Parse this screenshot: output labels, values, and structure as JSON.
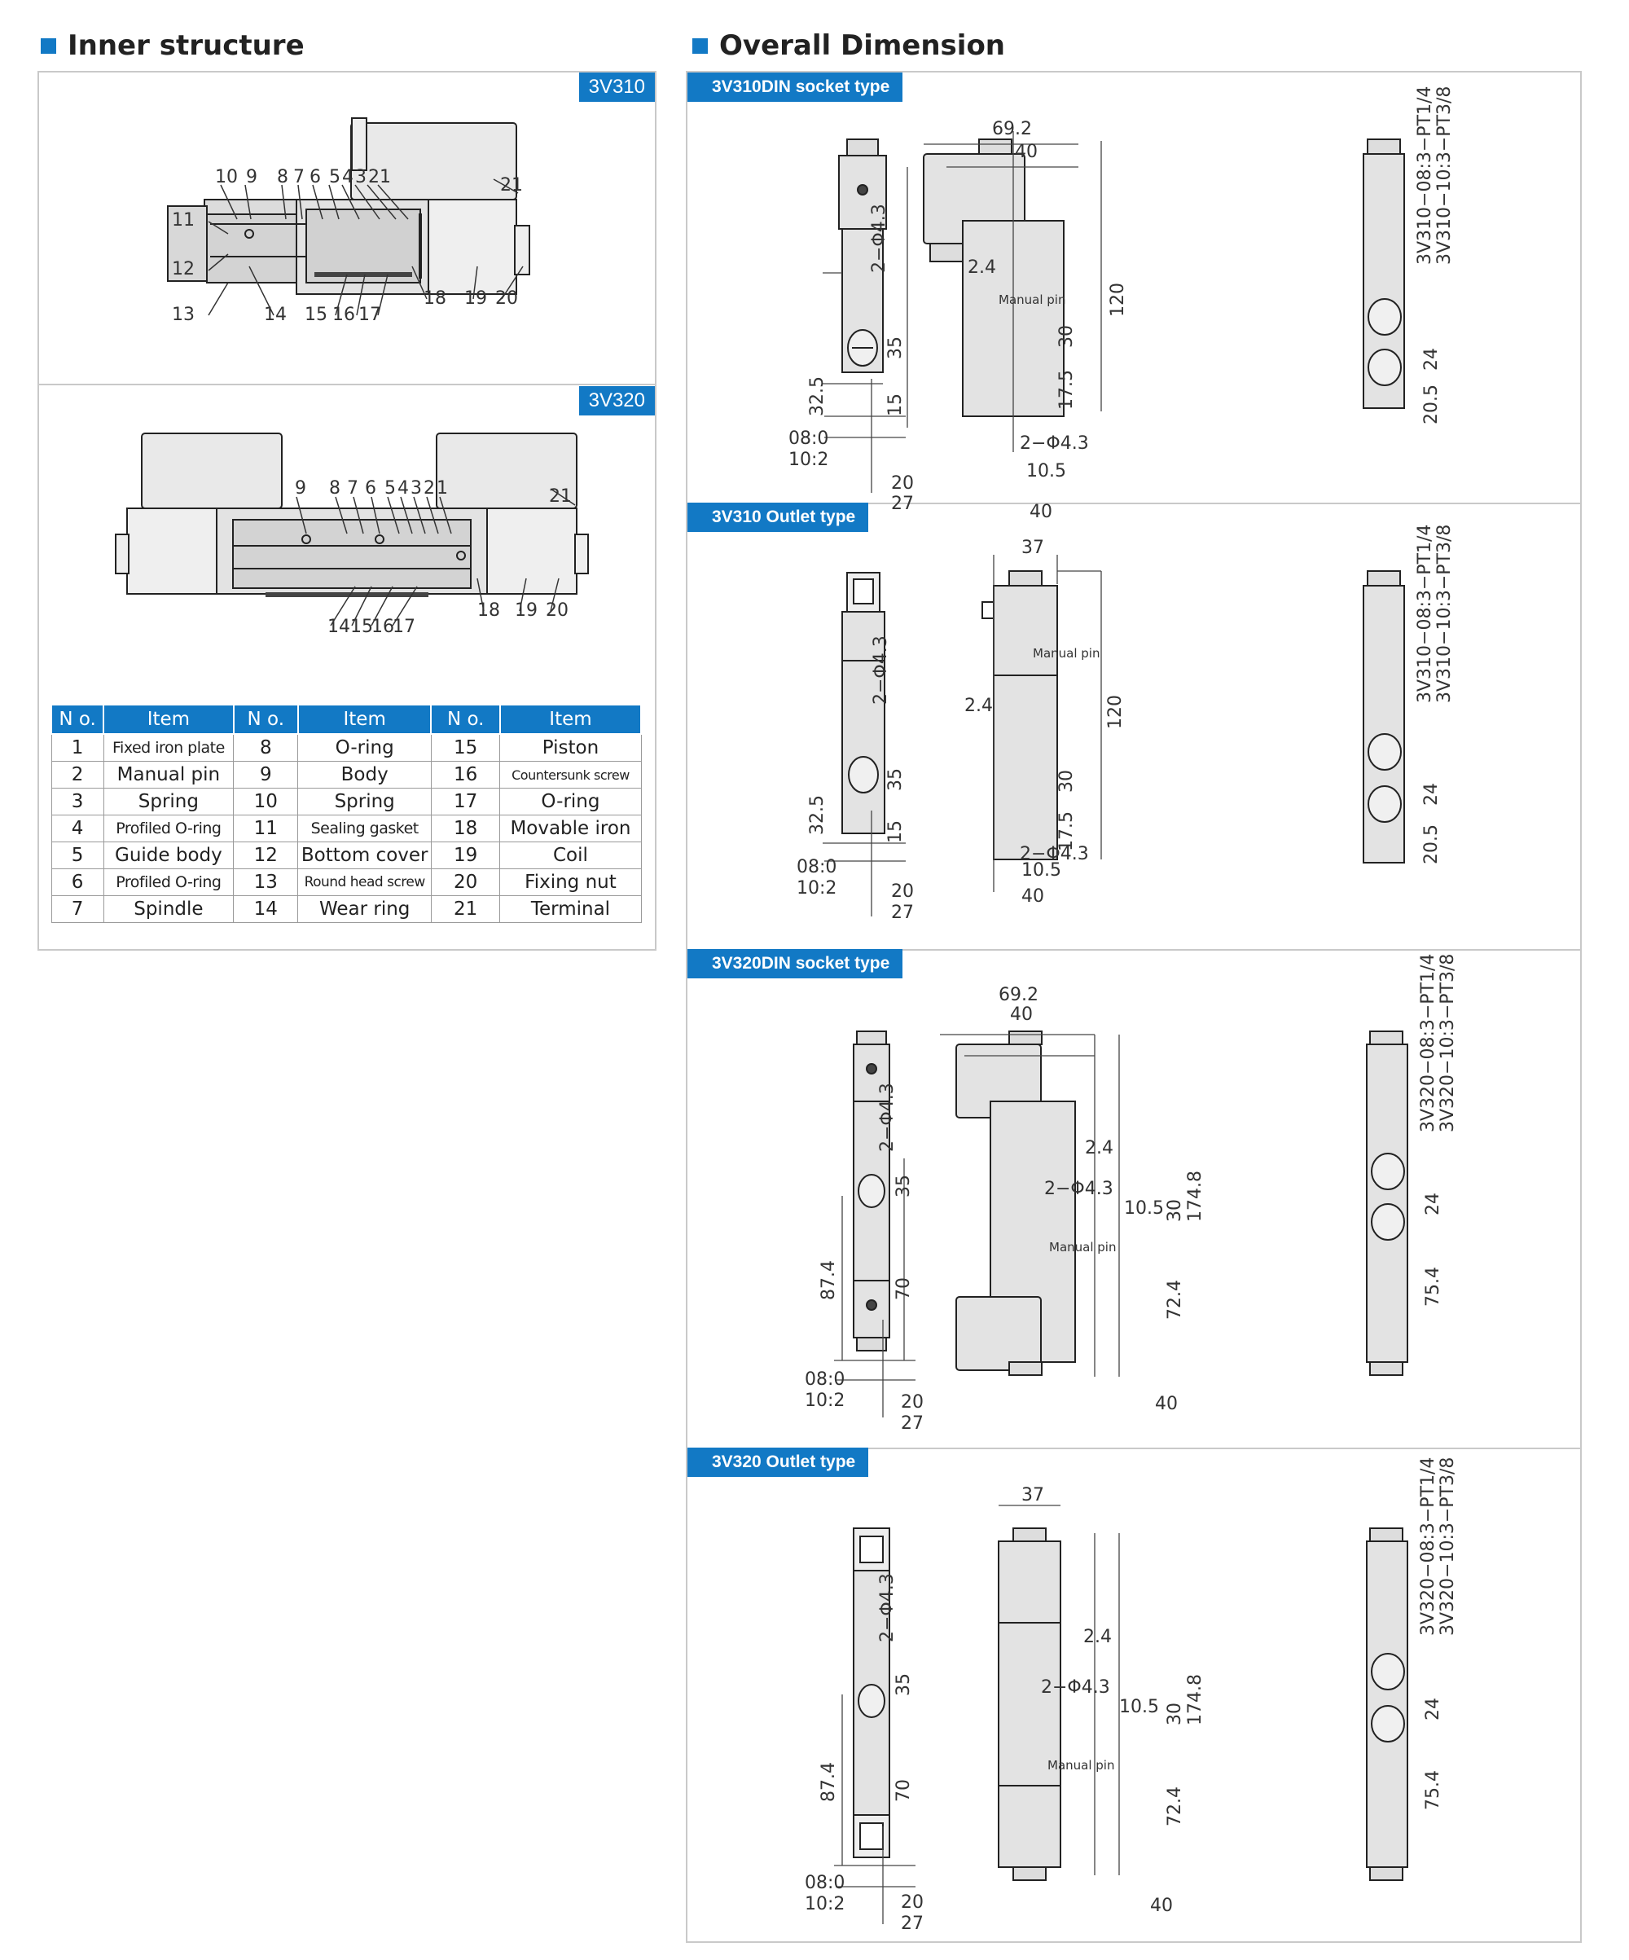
{
  "sections": {
    "inner_title": "Inner structure",
    "overall_title": "Overall Dimension"
  },
  "inner": {
    "model_a": "3V310",
    "model_b": "3V320",
    "callouts_a": [
      "10",
      "9",
      "8",
      "7",
      "6",
      "5",
      "4",
      "3",
      "2",
      "1",
      "11",
      "12",
      "13",
      "14",
      "15",
      "16",
      "17",
      "18",
      "19",
      "20",
      "21"
    ],
    "callouts_b": [
      "9",
      "8",
      "7",
      "6",
      "5",
      "4",
      "3",
      "2",
      "1",
      "21",
      "14",
      "15",
      "16",
      "17",
      "18",
      "19",
      "20"
    ]
  },
  "table": {
    "headers": [
      "N o.",
      "Item",
      "N o.",
      "Item",
      "N o.",
      "Item"
    ],
    "rows": [
      [
        "1",
        "Fixed iron plate",
        "8",
        "O-ring",
        "15",
        "Piston"
      ],
      [
        "2",
        "Manual pin",
        "9",
        "Body",
        "16",
        "Countersunk screw"
      ],
      [
        "3",
        "Spring",
        "10",
        "Spring",
        "17",
        "O-ring"
      ],
      [
        "4",
        "Profiled O-ring",
        "11",
        "Sealing gasket",
        "18",
        "Movable iron"
      ],
      [
        "5",
        "Guide body",
        "12",
        "Bottom cover",
        "19",
        "Coil"
      ],
      [
        "6",
        "Profiled O-ring",
        "13",
        "Round head screw",
        "20",
        "Fixing nut"
      ],
      [
        "7",
        "Spindle",
        "14",
        "Wear ring",
        "21",
        "Terminal"
      ]
    ]
  },
  "dims": {
    "p1": {
      "label": "3V310DIN socket type",
      "d692": "69.2",
      "d40": "40",
      "d40b": "40",
      "d24": "2.4",
      "manual": "Manual pin",
      "d120": "120",
      "d30": "30",
      "d175": "17.5",
      "holes": "2−Φ4.3",
      "holes_b": "2−Φ4.3",
      "d105": "10.5",
      "d35": "35",
      "d15": "15",
      "d325": "32.5",
      "p08": "08:0",
      "p10": "10:2",
      "d20": "20",
      "d27": "27",
      "pt_a": "3V310−08:3−PT1/4",
      "pt_b": "3V310−10:3−PT3/8",
      "d24b": "24",
      "d205": "20.5"
    },
    "p2": {
      "label": "3V310 Outlet type",
      "d37": "37",
      "manual": "Manual pin",
      "d24": "2.4",
      "d120": "120",
      "d30": "30",
      "d175": "17.5",
      "holes": "2−Φ4.3",
      "holes_b": "2−Φ4.3",
      "d105": "10.5",
      "d40": "40",
      "d35": "35",
      "d15": "15",
      "d325": "32.5",
      "p08": "08:0",
      "p10": "10:2",
      "d20": "20",
      "d27": "27",
      "pt_a": "3V310−08:3−PT1/4",
      "pt_b": "3V310−10:3−PT3/8",
      "d24b": "24",
      "d205": "20.5"
    },
    "p3": {
      "label": "3V320DIN socket type",
      "d692": "69.2",
      "d40": "40",
      "d24": "2.4",
      "holes": "2−Φ4.3",
      "holes_b": "2−Φ4.3",
      "d105": "10.5",
      "d30": "30",
      "d1748": "174.8",
      "manual": "Manual pin",
      "d724": "72.4",
      "d40b": "40",
      "d35": "35",
      "d874": "87.4",
      "d70": "70",
      "p08": "08:0",
      "p10": "10:2",
      "d20": "20",
      "d27": "27",
      "pt_a": "3V320−08:3−PT1/4",
      "pt_b": "3V320−10:3−PT3/8",
      "d24b": "24",
      "d754": "75.4"
    },
    "p4": {
      "label": "3V320 Outlet type",
      "d37": "37",
      "d24": "2.4",
      "holes": "2−Φ4.3",
      "holes_b": "2−Φ4.3",
      "d105": "10.5",
      "d30": "30",
      "d1748": "174.8",
      "manual": "Manual pin",
      "d724": "72.4",
      "d40": "40",
      "d35": "35",
      "d874": "87.4",
      "d70": "70",
      "p08": "08:0",
      "p10": "10:2",
      "d20": "20",
      "d27": "27",
      "pt_a": "3V320−08:3−PT1/4",
      "pt_b": "3V320−10:3−PT3/8",
      "d24b": "24",
      "d754": "75.4"
    }
  },
  "colors": {
    "accent": "#1279c5",
    "body_fill": "#e3e3e3",
    "frame": "#c9c9c9"
  }
}
